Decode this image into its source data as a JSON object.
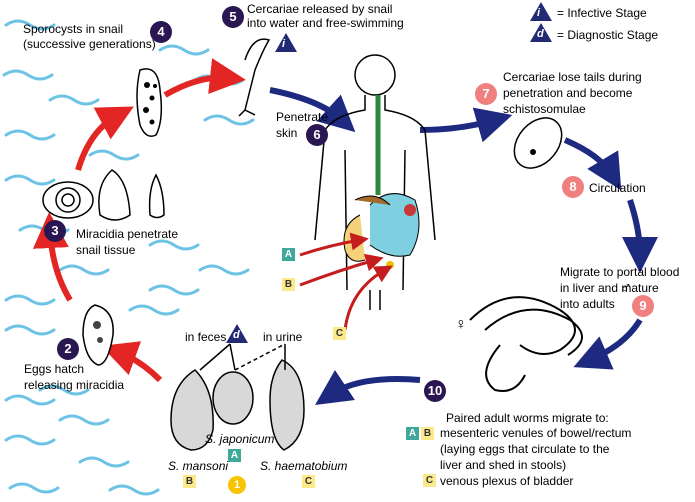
{
  "legend": {
    "infective_letter": "i",
    "infective_label": "= Infective Stage",
    "diagnostic_letter": "d",
    "diagnostic_label": "= Diagnostic Stage"
  },
  "steps": [
    {
      "n": "1",
      "text": ""
    },
    {
      "n": "2",
      "text": "Eggs hatch releasing miracidia"
    },
    {
      "n": "3",
      "text": "Miracidia penetrate snail tissue"
    },
    {
      "n": "4",
      "text": "Sporocysts in snail (successive generations)"
    },
    {
      "n": "5",
      "text": "Cercariae released by snail into water and free-swimming"
    },
    {
      "n": "6",
      "text": "Penetrate skin"
    },
    {
      "n": "7",
      "text": "Cercariae lose tails during penetration and become schistosomulae"
    },
    {
      "n": "8",
      "text": "Circulation"
    },
    {
      "n": "9",
      "text": "Migrate to portal blood in liver and mature into adults"
    },
    {
      "n": "10",
      "text": "Paired adult worms migrate to:"
    }
  ],
  "labels": {
    "snail_sporocysts_1": "Sporocysts in snail",
    "snail_sporocysts_2": "(successive generations)",
    "cercariae_1": "Cercariae released by snail",
    "cercariae_2": "into water and free-swimming",
    "penetrate_1": "Penetrate",
    "penetrate_2": "skin",
    "lose_tails_1": "Cercariae lose tails during",
    "lose_tails_2": "penetration and become",
    "lose_tails_3": "schistosomulae",
    "circulation": "Circulation",
    "migrate_1": "Migrate to portal blood",
    "migrate_2": "in liver and mature",
    "migrate_3": "into adults",
    "miracidia_1": "Miracidia penetrate",
    "miracidia_2": "snail tissue",
    "eggs_1": "Eggs hatch",
    "eggs_2": "releasing miracidia",
    "in_feces": "in feces",
    "in_urine": "in urine",
    "s_mansoni": "S. mansoni",
    "s_japonicum": "S. japonicum",
    "s_haematobium": "S. haematobium",
    "paired_1": "Paired adult worms migrate to:",
    "paired_2": "mesenteric venules of bowel/rectum",
    "paired_3": "(laying eggs that circulate to the",
    "paired_4": "liver and shed in stools)",
    "paired_5": "venous plexus of bladder",
    "male": "♂",
    "female": "♀"
  },
  "site_letters": {
    "a": "A",
    "b": "B",
    "c": "C"
  },
  "colors": {
    "red_arrow": "#e32624",
    "blue_arrow": "#1e2a80",
    "purple_badge": "#2a1650",
    "pink_badge": "#f07f7f",
    "water": "#6cc3e6",
    "teal": "#3fa89a",
    "yellow": "#fbe98a"
  }
}
